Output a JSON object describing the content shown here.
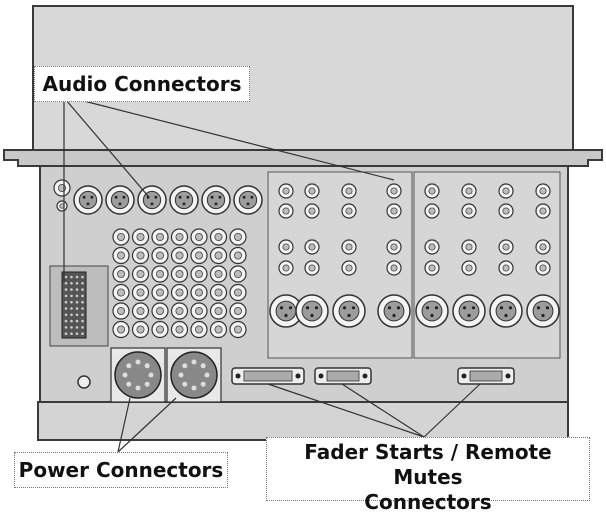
{
  "labels": {
    "audio_connectors": "Audio Connectors",
    "power_connectors": "Power Connectors",
    "fader_line1": "Fader Starts / Remote Mutes",
    "fader_line2": "Connectors"
  },
  "colors": {
    "chassis": "#d8d8d8",
    "panel": "#cfcfcf",
    "dark_panel": "#9a9a9a",
    "outline": "#3a3a3a",
    "connector_ring": "#f4f4f4",
    "callout_line": "#333333"
  }
}
